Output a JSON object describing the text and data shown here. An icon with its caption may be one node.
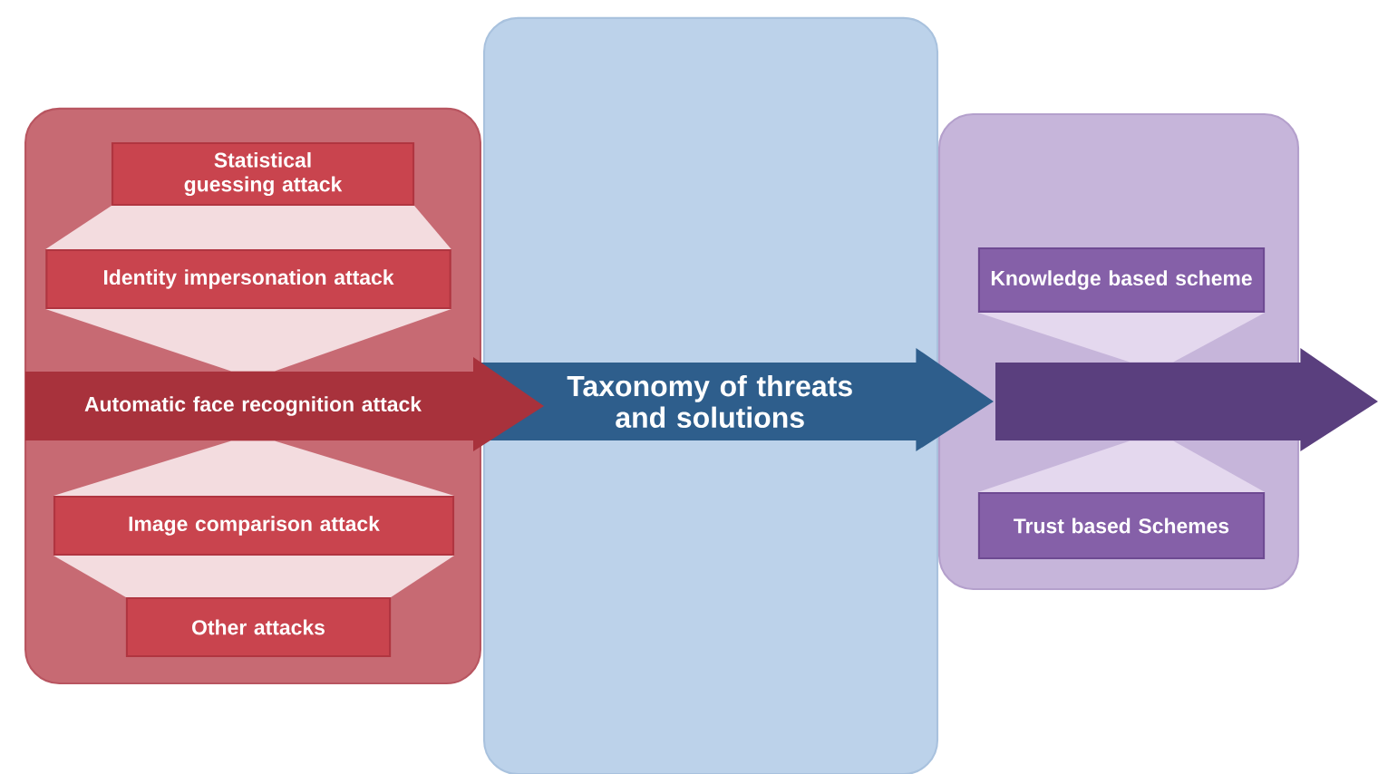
{
  "diagram": {
    "nodes": [
      {
        "text": [],
        "shape": "box"
      },
      {
        "text": [
          "Statistical guessing attack"
        ],
        "in": 0
      },
      {
        "text": [
          "Identity impersonation attack"
        ],
        "in": 0
      },
      {
        "text": [
          "Automatic face recognition attack"
        ]
      },
      {
        "text": [
          "Image comparison attack"
        ],
        "in": 0
      },
      {
        "text": [
          "Other attacks"
        ],
        "in": 0
      },
      {
        "text": [],
        "shape": "box"
      },
      {
        "text": [
          "Taxonomy of threats and solutions"
        ]
      },
      {
        "text": [],
        "shape": "box"
      },
      {
        "text": [
          "Knowledge based scheme"
        ],
        "in": 8
      },
      {
        "text": [],
        "shape": "arrow"
      },
      {
        "text": [
          "Trust based Schemes"
        ],
        "in": 8
      }
    ],
    "edges": [
      {
        "from": 1,
        "to": 2,
        "arrow": "none"
      },
      {
        "from": 2,
        "to": 3,
        "arrow": "none"
      },
      {
        "from": 3,
        "to": 4,
        "arrow": "none"
      },
      {
        "from": 4,
        "to": 5,
        "arrow": "none"
      },
      {
        "from": 9,
        "to": 10,
        "arrow": "none",
        "color": "#e4d8ee"
      },
      {
        "from": 10,
        "to": 11,
        "arrow": "none",
        "color": "#e4d8ee"
      }
    ]
  }
}
